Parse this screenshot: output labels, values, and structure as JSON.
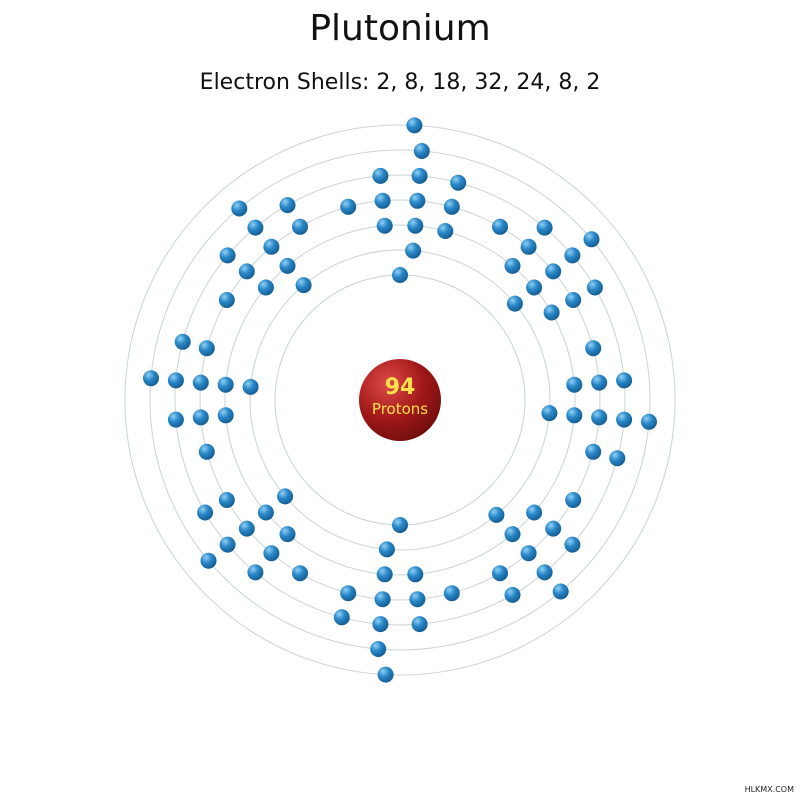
{
  "element": {
    "name": "Plutonium",
    "subtitle": "Electron Shells: 2, 8, 18, 32, 24, 8, 2",
    "nucleus": {
      "count": "94",
      "label": "Protons"
    },
    "shells": [
      2,
      8,
      18,
      32,
      24,
      8,
      2
    ]
  },
  "colors": {
    "orbit": "#c9d3d6",
    "electron": "#2a88c8",
    "nucleus": "#a01818",
    "nucleus_text": "#ffe24a"
  },
  "watermark": "HLKMX.COM"
}
